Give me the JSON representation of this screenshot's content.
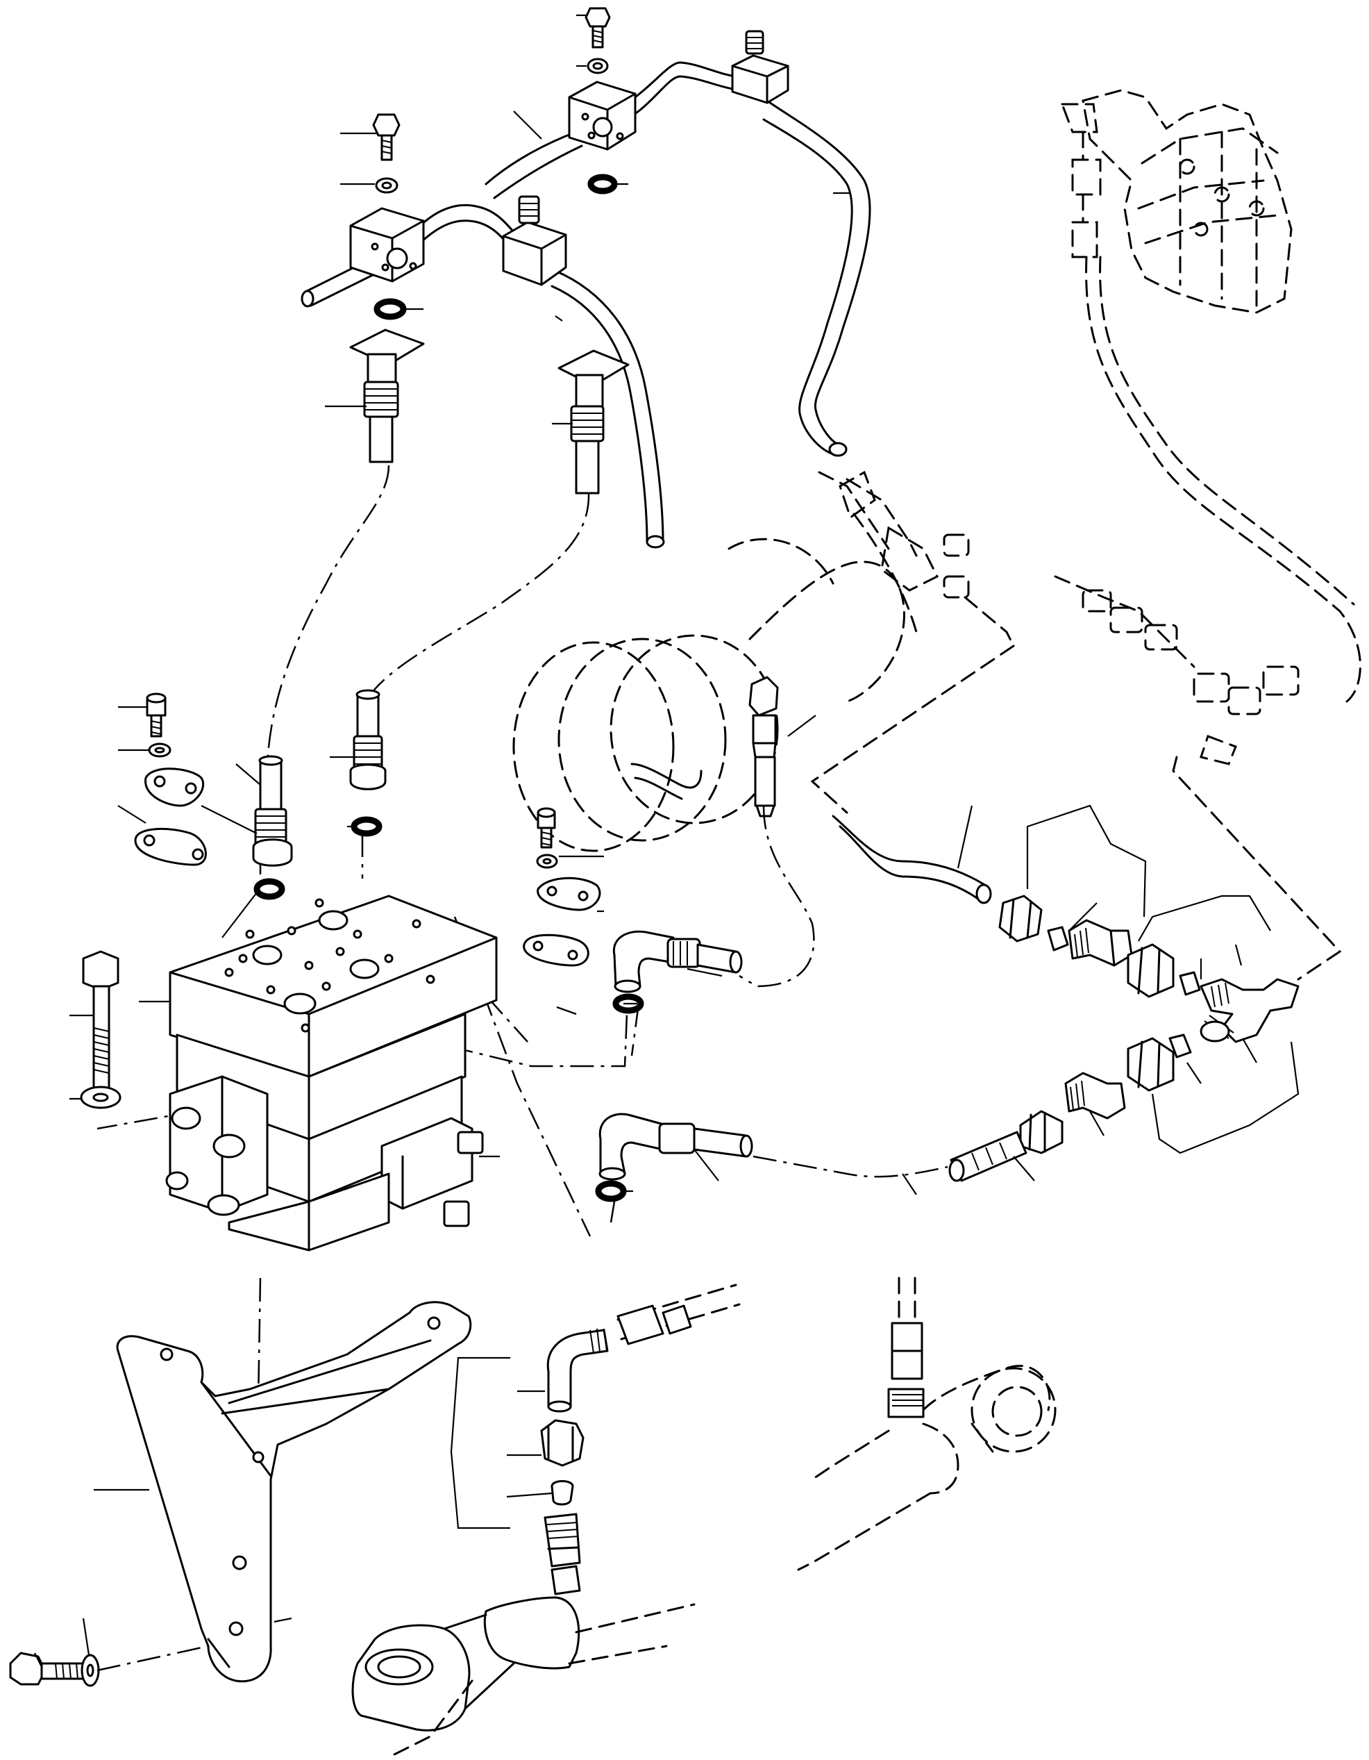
{
  "figure": {
    "kind": "exploded hydraulic parts diagram",
    "line_color": "#000000",
    "background_color": "#ffffff",
    "printed_text": []
  },
  "callouts": {
    "count": 52,
    "item_numbers_printed": false
  },
  "parts": [
    "upper-tube-assembly-rear",
    "upper-tube-assembly-front",
    "flange-block",
    "tee-fitting",
    "hose-fitting",
    "split-flange-clamp",
    "cap-screw",
    "lock-washer",
    "o-ring",
    "valve-block",
    "mounting-bracket",
    "long-bolt",
    "elbow-fitting",
    "reducer-union",
    "steering-cylinder",
    "control-valve-bank"
  ]
}
